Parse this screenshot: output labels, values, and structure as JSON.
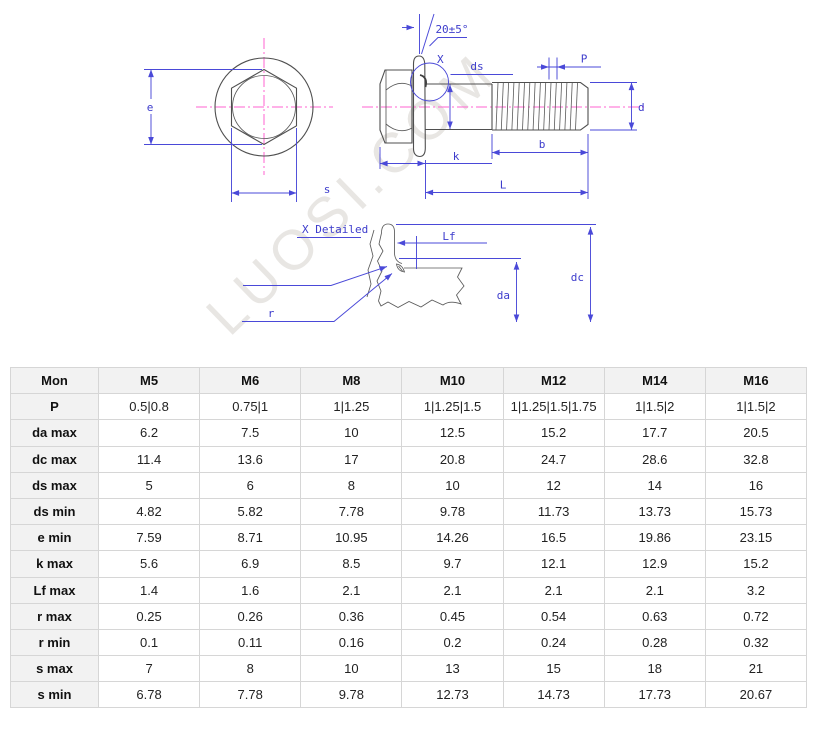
{
  "drawing": {
    "watermark": "LUOSI.COM",
    "labels": {
      "angle": "20±5°",
      "e": "e",
      "s": "s",
      "x": "X",
      "ds": "ds",
      "p": "P",
      "d": "d",
      "k": "k",
      "b": "b",
      "L": "L",
      "x_detailed": "X Detailed",
      "lf": "Lf",
      "da": "da",
      "dc": "dc",
      "r": "r"
    },
    "colors": {
      "dimension_blue": "#4a49d8",
      "centerline_pink": "#ff63d2",
      "outline_gray": "#4f4f4f",
      "watermark_gray": "#e8e6e3"
    }
  },
  "table": {
    "columns": [
      "Mon",
      "M5",
      "M6",
      "M8",
      "M10",
      "M12",
      "M14",
      "M16"
    ],
    "rows": [
      {
        "label": "P",
        "values": [
          "0.5|0.8",
          "0.75|1",
          "1|1.25",
          "1|1.25|1.5",
          "1|1.25|1.5|1.75",
          "1|1.5|2",
          "1|1.5|2"
        ]
      },
      {
        "label": "da max",
        "values": [
          "6.2",
          "7.5",
          "10",
          "12.5",
          "15.2",
          "17.7",
          "20.5"
        ]
      },
      {
        "label": "dc max",
        "values": [
          "11.4",
          "13.6",
          "17",
          "20.8",
          "24.7",
          "28.6",
          "32.8"
        ]
      },
      {
        "label": "ds max",
        "values": [
          "5",
          "6",
          "8",
          "10",
          "12",
          "14",
          "16"
        ]
      },
      {
        "label": "ds min",
        "values": [
          "4.82",
          "5.82",
          "7.78",
          "9.78",
          "11.73",
          "13.73",
          "15.73"
        ]
      },
      {
        "label": "e min",
        "values": [
          "7.59",
          "8.71",
          "10.95",
          "14.26",
          "16.5",
          "19.86",
          "23.15"
        ]
      },
      {
        "label": "k max",
        "values": [
          "5.6",
          "6.9",
          "8.5",
          "9.7",
          "12.1",
          "12.9",
          "15.2"
        ]
      },
      {
        "label": "Lf max",
        "values": [
          "1.4",
          "1.6",
          "2.1",
          "2.1",
          "2.1",
          "2.1",
          "3.2"
        ]
      },
      {
        "label": "r max",
        "values": [
          "0.25",
          "0.26",
          "0.36",
          "0.45",
          "0.54",
          "0.63",
          "0.72"
        ]
      },
      {
        "label": "r min",
        "values": [
          "0.1",
          "0.11",
          "0.16",
          "0.2",
          "0.24",
          "0.28",
          "0.32"
        ]
      },
      {
        "label": "s max",
        "values": [
          "7",
          "8",
          "10",
          "13",
          "15",
          "18",
          "21"
        ]
      },
      {
        "label": "s min",
        "values": [
          "6.78",
          "7.78",
          "9.78",
          "12.73",
          "14.73",
          "17.73",
          "20.67"
        ]
      }
    ]
  }
}
